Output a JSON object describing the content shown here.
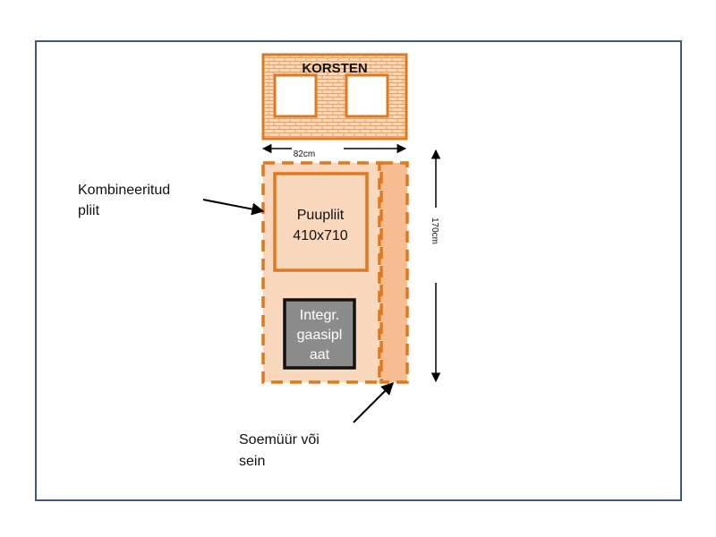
{
  "chimney": {
    "label": "KORSTEN"
  },
  "dimensions": {
    "width": "82cm",
    "height": "170cm"
  },
  "wood_stove": {
    "line1": "Puupliit",
    "line2": "410x710"
  },
  "gas_hob": {
    "line1": "Integr.",
    "line2": "gaasipl",
    "line3": "aat"
  },
  "callouts": {
    "combined_stove": {
      "line1": "Kombineeritud",
      "line2": "pliit"
    },
    "warm_wall": {
      "line1": "Soemüür või",
      "line2": "sein"
    }
  },
  "colors": {
    "frame": "#3f5a78",
    "brick": "#e0781f",
    "brick_fill": "#f5dcc3",
    "zone_fill": "#fad8bd",
    "wall_strip": "#f7bd91",
    "gas_fill": "#8c8c8c"
  }
}
